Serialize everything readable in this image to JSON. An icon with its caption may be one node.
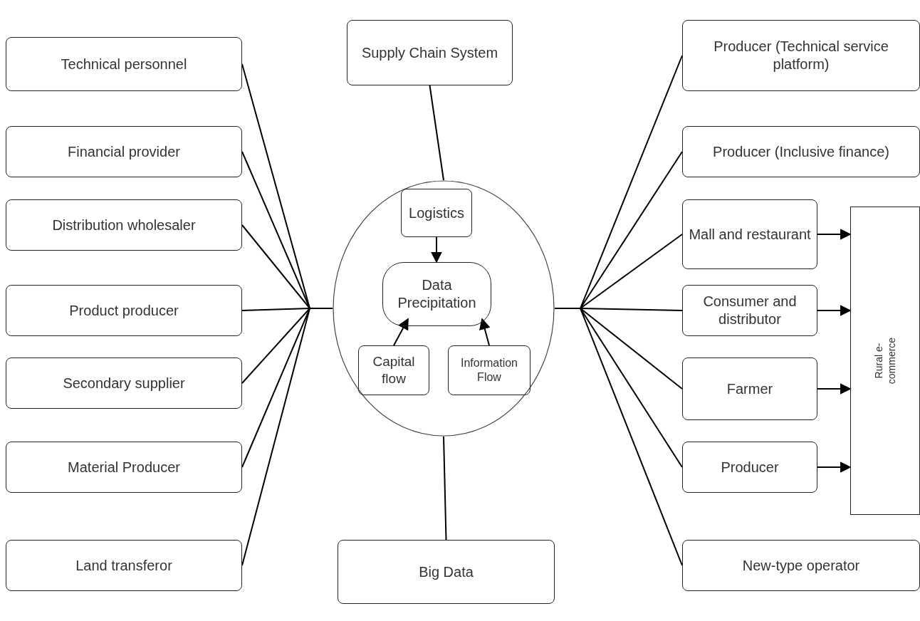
{
  "diagram": {
    "nodes": [
      {
        "text": [
          "Technical personnel"
        ]
      },
      {
        "text": [
          "Financial provider"
        ]
      },
      {
        "text": [
          "Distribution wholesaler"
        ]
      },
      {
        "text": [
          "Product producer"
        ]
      },
      {
        "text": [
          "Secondary supplier"
        ]
      },
      {
        "text": [
          "Material Producer"
        ]
      },
      {
        "text": [
          "Land transferor"
        ]
      },
      {
        "text": [
          "Supply Chain System"
        ]
      },
      {
        "text": [],
        "shape": "ellipse"
      },
      {
        "text": [
          "Logistics"
        ],
        "in": 8
      },
      {
        "text": [
          "Data Precipitation"
        ],
        "in": 8
      },
      {
        "text": [
          "Capital flow"
        ],
        "in": 8
      },
      {
        "text": [
          "Information Flow"
        ],
        "in": 8
      },
      {
        "text": [
          "Big Data"
        ]
      },
      {
        "text": [
          "Producer (Technical service platform)"
        ]
      },
      {
        "text": [
          "Producer (Inclusive finance)"
        ]
      },
      {
        "text": [
          "Mall and restaurant"
        ]
      },
      {
        "text": [
          "Consumer and distributor"
        ]
      },
      {
        "text": [
          "Farmer"
        ]
      },
      {
        "text": [
          "Producer"
        ]
      },
      {
        "text": [
          "New-type operator"
        ]
      },
      {
        "text": [
          "Rural e-commerce"
        ]
      }
    ],
    "edges": [
      {
        "from": 0,
        "to": 8,
        "arrow": "none"
      },
      {
        "from": 1,
        "to": 8,
        "arrow": "none"
      },
      {
        "from": 2,
        "to": 8,
        "arrow": "none"
      },
      {
        "from": 3,
        "to": 8,
        "arrow": "none"
      },
      {
        "from": 4,
        "to": 8,
        "arrow": "none"
      },
      {
        "from": 5,
        "to": 8,
        "arrow": "none"
      },
      {
        "from": 6,
        "to": 8,
        "arrow": "none"
      },
      {
        "from": 7,
        "to": 8,
        "arrow": "none"
      },
      {
        "from": 13,
        "to": 8,
        "arrow": "none"
      },
      {
        "from": 8,
        "to": 14,
        "arrow": "none"
      },
      {
        "from": 8,
        "to": 15,
        "arrow": "none"
      },
      {
        "from": 8,
        "to": 16,
        "arrow": "none"
      },
      {
        "from": 8,
        "to": 17,
        "arrow": "none"
      },
      {
        "from": 8,
        "to": 18,
        "arrow": "none"
      },
      {
        "from": 8,
        "to": 19,
        "arrow": "none"
      },
      {
        "from": 8,
        "to": 20,
        "arrow": "none"
      },
      {
        "from": 16,
        "to": 21,
        "arrow": "to"
      },
      {
        "from": 17,
        "to": 21,
        "arrow": "to"
      },
      {
        "from": 18,
        "to": 21,
        "arrow": "to"
      },
      {
        "from": 19,
        "to": 21,
        "arrow": "to"
      },
      {
        "from": 9,
        "to": 10,
        "arrow": "to"
      },
      {
        "from": 11,
        "to": 10,
        "arrow": "to"
      },
      {
        "from": 12,
        "to": 10,
        "arrow": "to"
      }
    ]
  }
}
